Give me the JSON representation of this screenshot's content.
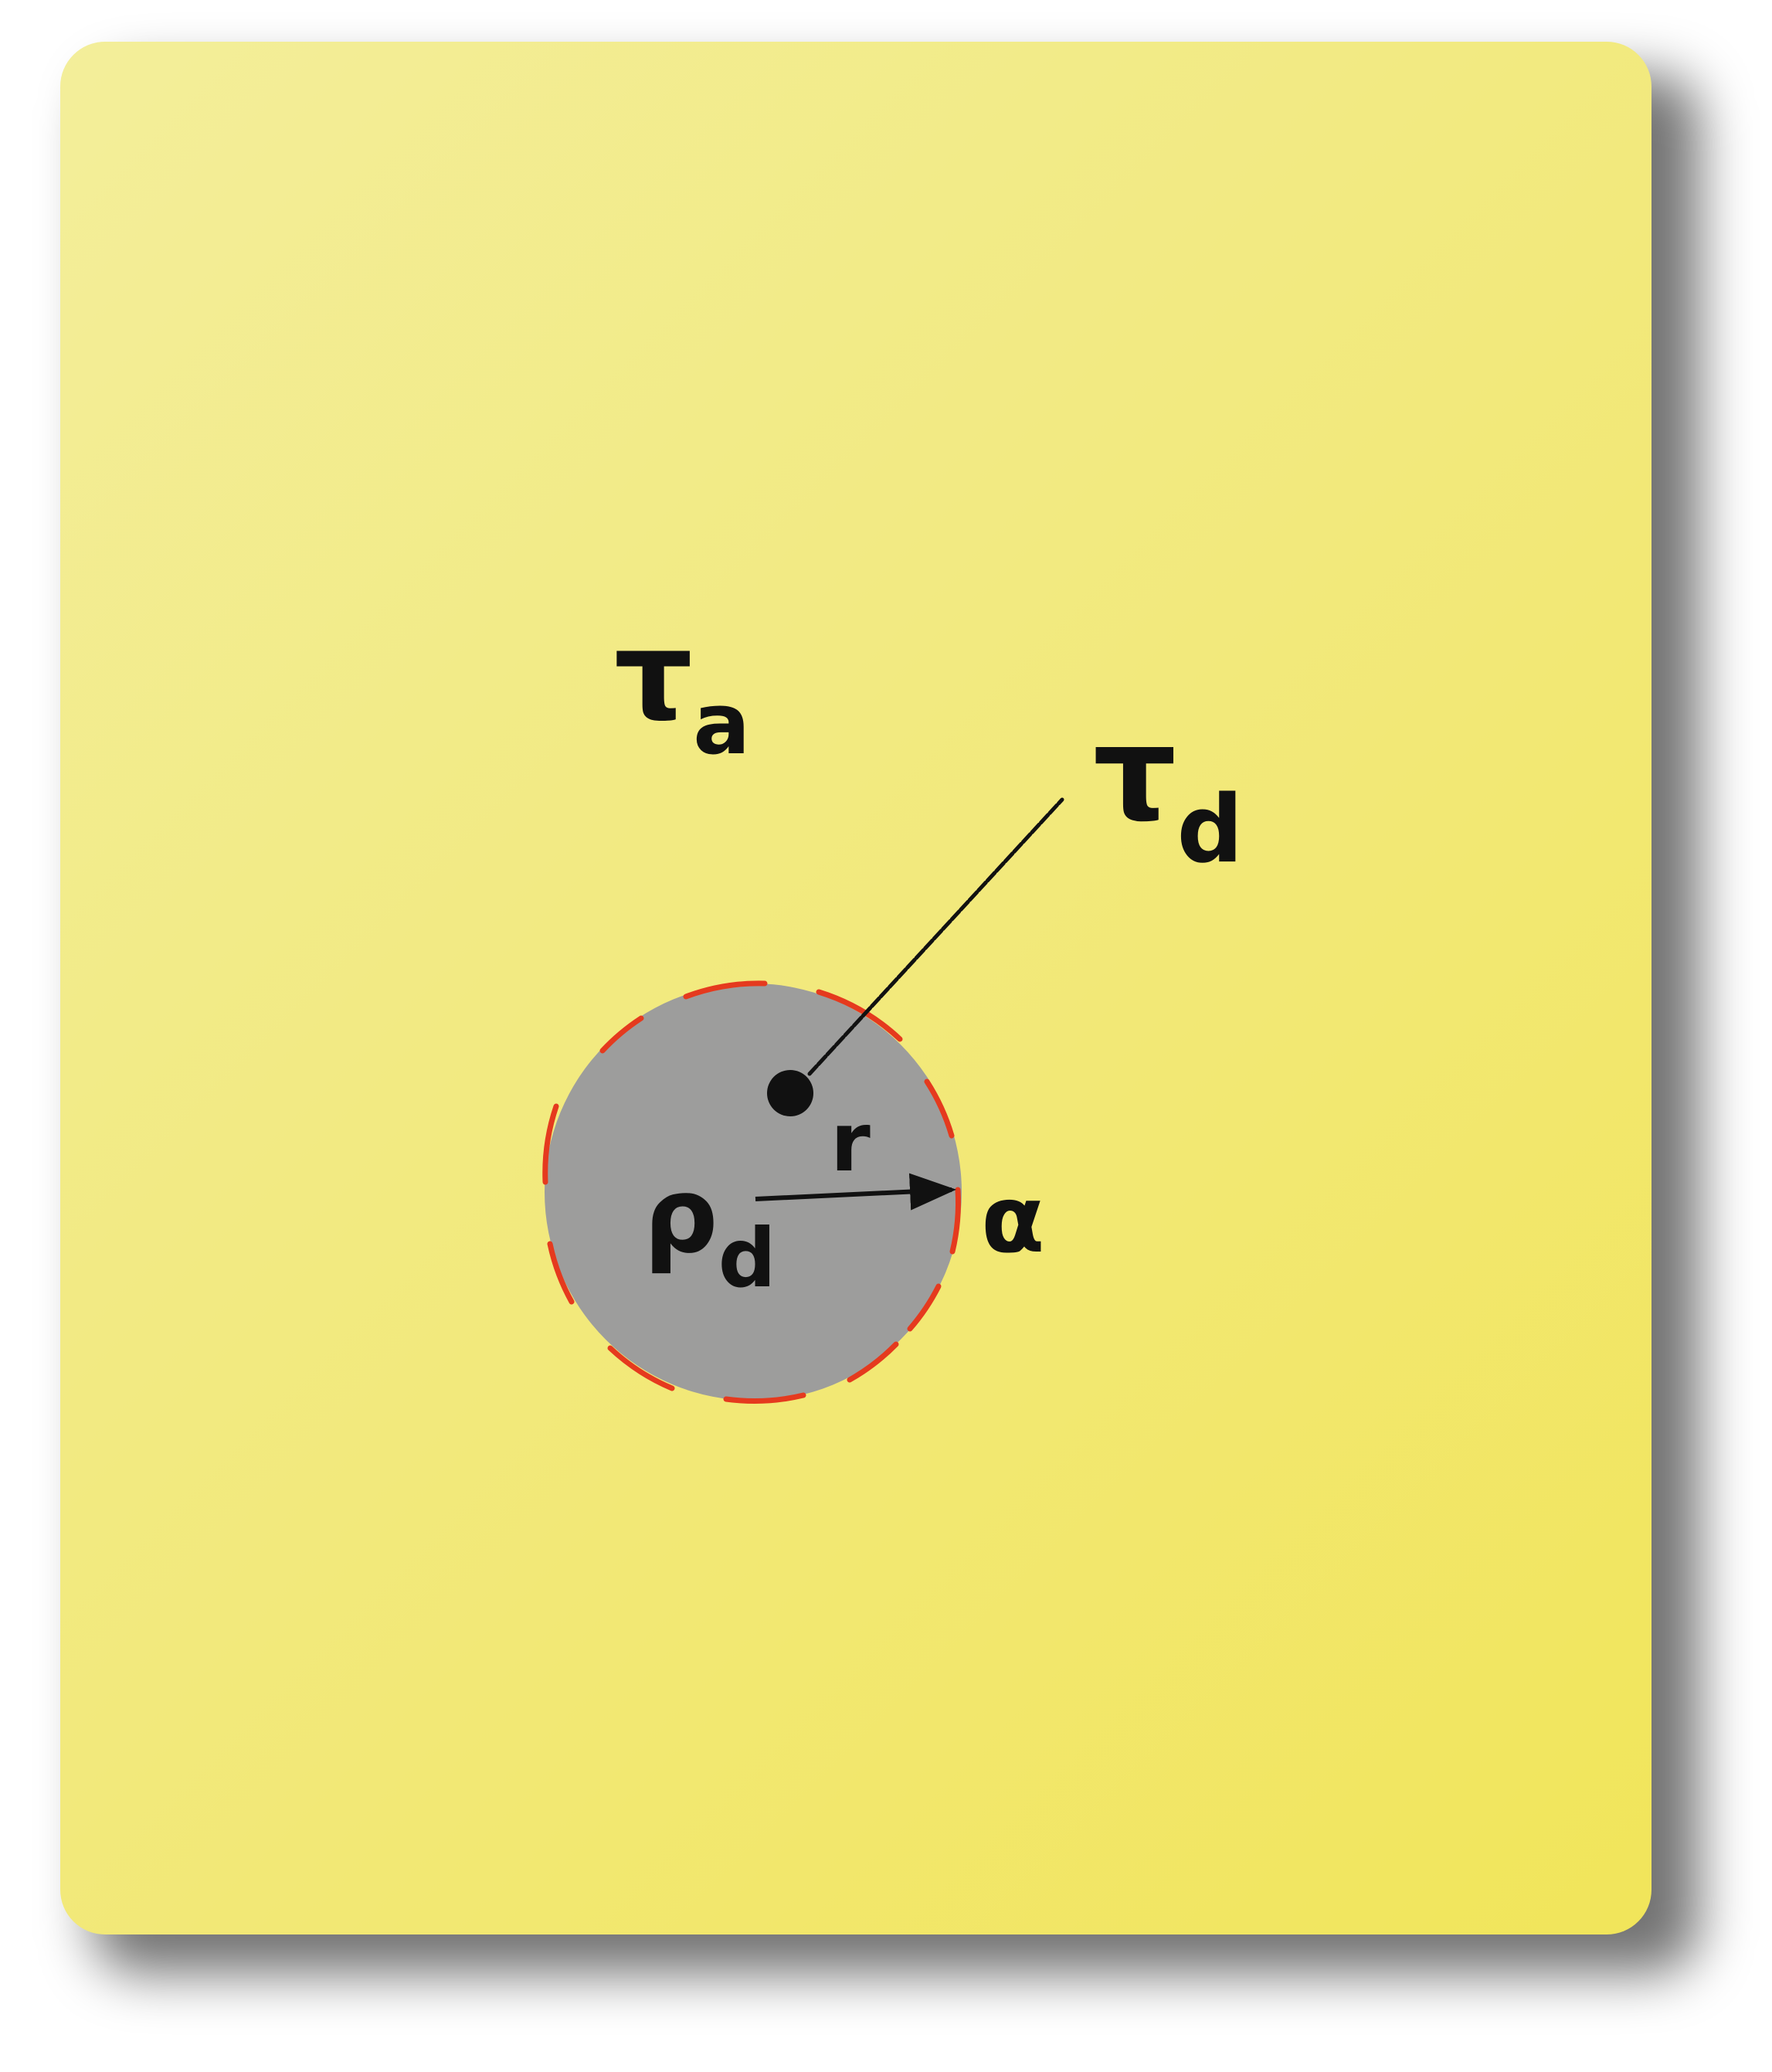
{
  "diagram": {
    "ambient_label": {
      "main": "τ",
      "sub": "a"
    },
    "droplet_label": {
      "main": "τ",
      "sub": "d"
    },
    "density_label": {
      "main": "ρ",
      "sub": "d"
    },
    "radius_label": "r",
    "surface_label": "α"
  },
  "colors": {
    "card_background": "#f2e97c",
    "droplet_fill": "#9d9d9c",
    "droplet_edge": "#e53a1e",
    "ink": "#111111"
  }
}
